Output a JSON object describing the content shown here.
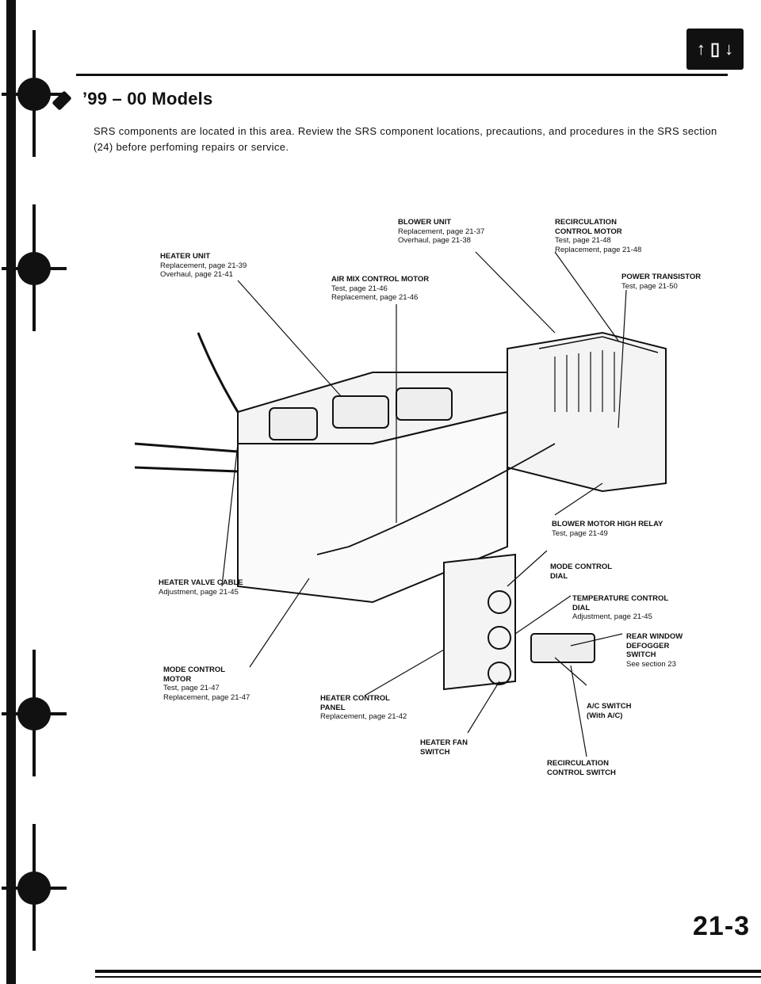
{
  "header": {
    "title": "’99 – 00 Models",
    "intro": "SRS components are located in this area. Review the SRS component locations, precautions, and procedures in the SRS section (24) before perfoming repairs or service.",
    "section_icon": "up-down-arrows-icon"
  },
  "labels": {
    "blower_unit": {
      "name": "BLOWER UNIT",
      "lines": [
        "Replacement, page 21-37",
        "Overhaul, page 21-38"
      ]
    },
    "recirc_motor": {
      "name": "RECIRCULATION\nCONTROL MOTOR",
      "lines": [
        "Test, page 21-48",
        "Replacement, page 21-48"
      ]
    },
    "heater_unit": {
      "name": "HEATER UNIT",
      "lines": [
        "Replacement, page 21-39",
        "Overhaul, page 21-41"
      ]
    },
    "air_mix_motor": {
      "name": "AIR MIX CONTROL MOTOR",
      "lines": [
        "Test, page 21-46",
        "Replacement, page 21-46"
      ]
    },
    "power_transistor": {
      "name": "POWER TRANSISTOR",
      "lines": [
        "Test, page 21-50"
      ]
    },
    "blower_relay": {
      "name": "BLOWER MOTOR HIGH RELAY",
      "lines": [
        "Test, page 21-49"
      ]
    },
    "heater_valve_cable": {
      "name": "HEATER VALVE CABLE",
      "lines": [
        "Adjustment, page 21-45"
      ]
    },
    "mode_dial": {
      "name": "MODE CONTROL\nDIAL",
      "lines": []
    },
    "temp_dial": {
      "name": "TEMPERATURE CONTROL\nDIAL",
      "lines": [
        "Adjustment, page 21-45"
      ]
    },
    "rear_defogger": {
      "name": "REAR WINDOW\nDEFOGGER\nSWITCH",
      "lines": [
        "See section 23"
      ]
    },
    "mode_motor": {
      "name": "MODE CONTROL\nMOTOR",
      "lines": [
        "Test, page 21-47",
        "Replacement, page 21-47"
      ]
    },
    "heater_panel": {
      "name": "HEATER CONTROL\nPANEL",
      "lines": [
        "Replacement, page 21-42"
      ]
    },
    "ac_switch": {
      "name": "A/C SWITCH\n(With A/C)",
      "lines": []
    },
    "heater_fan_switch": {
      "name": "HEATER FAN\nSWITCH",
      "lines": []
    },
    "recirc_switch": {
      "name": "RECIRCULATION\nCONTROL SWITCH",
      "lines": []
    }
  },
  "footer": {
    "page_number": "21-3"
  }
}
